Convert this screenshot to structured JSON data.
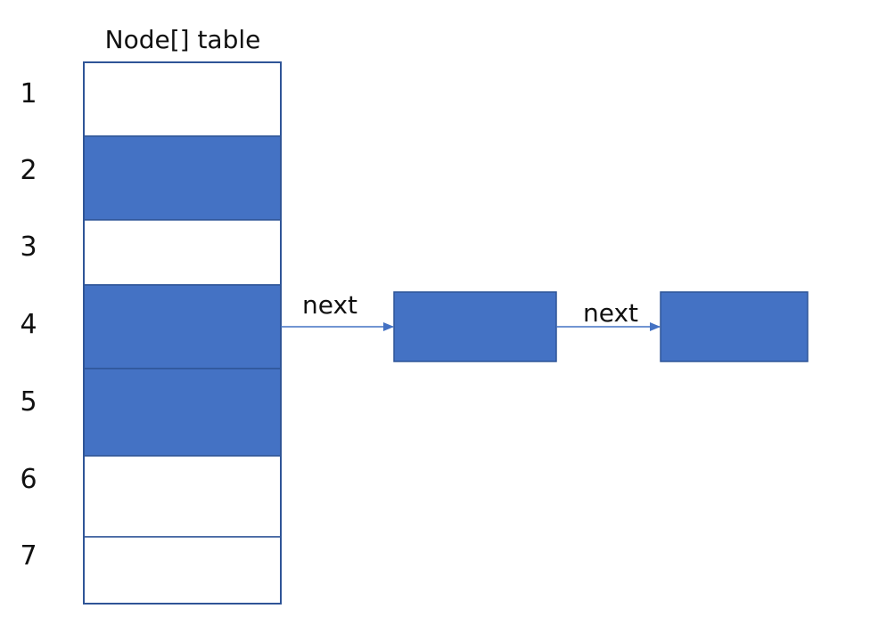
{
  "diagram": {
    "title": "Node[] table",
    "colors": {
      "filled": "#4472C4",
      "empty": "#FFFFFF",
      "border": "#2F5597",
      "divider": "#4472C4",
      "arrow": "#4472C4",
      "text": "#111111"
    },
    "table": {
      "slots": [
        {
          "index": "1",
          "filled": false
        },
        {
          "index": "2",
          "filled": true
        },
        {
          "index": "3",
          "filled": false
        },
        {
          "index": "4",
          "filled": true
        },
        {
          "index": "5",
          "filled": true
        },
        {
          "index": "6",
          "filled": false
        },
        {
          "index": "7",
          "filled": false
        }
      ]
    },
    "chain": {
      "from_slot": "4",
      "nodes": [
        {
          "id": "node-1",
          "filled": true
        },
        {
          "id": "node-2",
          "filled": true
        }
      ],
      "edges": [
        {
          "from": "table-slot-4",
          "to": "node-1",
          "label": "next"
        },
        {
          "from": "node-1",
          "to": "node-2",
          "label": "next"
        }
      ]
    }
  }
}
